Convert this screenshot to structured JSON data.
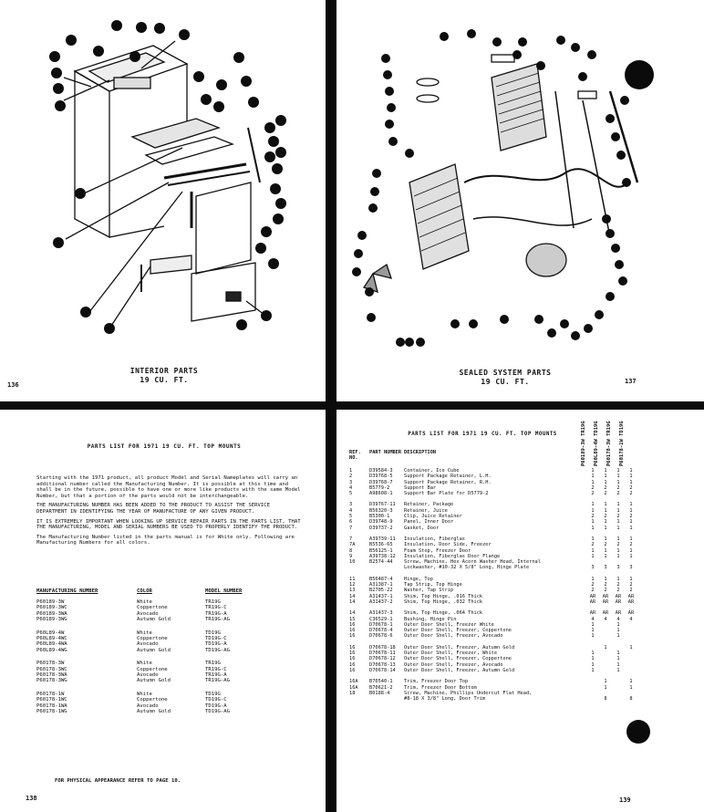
{
  "top_left": {
    "caption_line1": "INTERIOR PARTS",
    "caption_line2": "19 CU. FT.",
    "page_number": "136",
    "callouts": [
      "",
      "",
      "",
      "",
      "",
      "",
      "",
      "",
      "",
      "",
      "",
      "",
      "",
      "",
      "",
      "",
      "",
      "",
      "",
      "",
      "",
      "",
      "",
      "",
      "",
      "",
      "",
      "",
      "",
      "",
      "",
      "",
      "",
      "",
      "",
      "",
      ""
    ]
  },
  "top_right": {
    "caption_line1": "SEALED SYSTEM PARTS",
    "caption_line2": "19 CU. FT.",
    "page_number": "137"
  },
  "bottom_left": {
    "title": "PARTS LIST FOR 1971 19 CU. FT. TOP MOUNTS",
    "paragraphs": [
      "Starting with the 1971 product, all product Model and Serial Nameplates will carry an additional number called the Manufacturing Number. It is possible at this time and shall be in the future, possible to have one or more like products with the same Model Number, but that a portion of the parts would not be interchangeable.",
      "THE MANUFACTURING NUMBER HAS BEEN ADDED TO THE PRODUCT TO ASSIST THE SERVICE DEPARTMENT IN IDENTIFYING THE YEAR OF MANUFACTURE OF ANY GIVEN PRODUCT.",
      "IT IS EXTREMELY IMPORTANT WHEN LOOKING UP SERVICE REPAIR PARTS IN THE PARTS LIST, THAT THE MANUFACTURING, MODEL AND SERIAL NUMBERS BE USED TO PROPERLY IDENTIFY THE PRODUCT.",
      "The Manufacturing Number listed in the parts manual is for White only. Following are Manufacturing Numbers for all colors."
    ],
    "table_headers": [
      "MANUFACTURING NUMBER",
      "COLOR",
      "MODEL NUMBER"
    ],
    "groups": [
      [
        [
          "P60189-3W",
          "White",
          "TR19G"
        ],
        [
          "P60189-3WC",
          "Coppertone",
          "TR19G-C"
        ],
        [
          "P60189-3WA",
          "Avocado",
          "TR19G-A"
        ],
        [
          "P60189-3WG",
          "Autumn Gold",
          "TR19G-AG"
        ]
      ],
      [
        [
          "P60L89-4W",
          "White",
          "TD19G"
        ],
        [
          "P60L89-4WC",
          "Coppertone",
          "TD19G-C"
        ],
        [
          "P60L89-4WA",
          "Avocado",
          "TD19G-A"
        ],
        [
          "P60L89-4WG",
          "Autumn Gold",
          "TD19G-AG"
        ]
      ],
      [
        [
          "P60178-3W",
          "White",
          "TR19G"
        ],
        [
          "P60178-3WC",
          "Coppertone",
          "TR19G-C"
        ],
        [
          "P60178-3WA",
          "Avocado",
          "TR19G-A"
        ],
        [
          "P60178-3WG",
          "Autumn Gold",
          "TR19G-AG"
        ]
      ],
      [
        [
          "P60178-1W",
          "White",
          "TD19G"
        ],
        [
          "P60178-1WC",
          "Coppertone",
          "TD19G-C"
        ],
        [
          "P60178-1WA",
          "Avocado",
          "TD19G-A"
        ],
        [
          "P60178-1WG",
          "Autumn Gold",
          "TD19G-AG"
        ]
      ]
    ],
    "footer": "FOR PHYSICAL APPEARANCE REFER TO PAGE 10.",
    "page_number": "138"
  },
  "bottom_right": {
    "title": "PARTS LIST FOR 1971 19 CU. FT. TOP MOUNTS",
    "col_ref": "REF. NO.",
    "col_part": "PART NUMBER",
    "col_desc": "DESCRIPTION",
    "model_columns": [
      "P60189-3W TR19G",
      "P60L89-4W TD19G",
      "P60178-3W TR19G",
      "P60178-1W TD19G"
    ],
    "rows": [
      [
        "1",
        "D39584-3",
        "Container, Ice Cube",
        "1",
        "1",
        "1",
        "1"
      ],
      [
        "2",
        "D39768-5",
        "Support Package Retainer, L.H.",
        "1",
        "1",
        "1",
        "1"
      ],
      [
        "3",
        "D39768-7",
        "Support Package Retainer, R.H.",
        "1",
        "1",
        "1",
        "1"
      ],
      [
        "4",
        "B5779-2",
        "Support Bar",
        "2",
        "2",
        "2",
        "2"
      ],
      [
        "5",
        "A98608-1",
        "Support Bar Plate for D5779-2",
        "2",
        "2",
        "2",
        "2"
      ],
      null,
      [
        "3",
        "D39767-11",
        "Retainer, Package",
        "1",
        "1",
        "1",
        "1"
      ],
      [
        "4",
        "B56320-3",
        "Retainer, Juice",
        "1",
        "1",
        "1",
        "1"
      ],
      [
        "5",
        "B5300-1",
        "Clip, Juice Retainer",
        "2",
        "2",
        "2",
        "2"
      ],
      [
        "6",
        "D39748-9",
        "Panel, Inner Door",
        "1",
        "1",
        "1",
        "1"
      ],
      [
        "7",
        "D39737-2",
        "Gasket, Door",
        "1",
        "1",
        "1",
        "1"
      ],
      null,
      [
        "7",
        "A39739-11",
        "Insulation, Fiberglas",
        "1",
        "1",
        "1",
        "1"
      ],
      [
        "7A",
        "B5536-65",
        "Insulation, Door Side, Freezer",
        "2",
        "2",
        "2",
        "2"
      ],
      [
        "8",
        "B56125-1",
        "Foam Stop, Freezer Door",
        "1",
        "1",
        "1",
        "1"
      ],
      [
        "9",
        "A39738-12",
        "Insulation, Fiberglas Door Flange",
        "1",
        "1",
        "1",
        "1"
      ],
      [
        "10",
        "B2574-44",
        "Screw, Machine, Hex Acorn Washer Head, Internal",
        "",
        "",
        "",
        ""
      ],
      [
        "",
        "",
        "Lockwasher, #10-32 X 5/8\" Long, Hinge Plate",
        "3",
        "3",
        "3",
        "3"
      ],
      null,
      [
        "11",
        "B56487-4",
        "Hinge, Top",
        "1",
        "1",
        "1",
        "1"
      ],
      [
        "12",
        "A31387-1",
        "Tap Strip, Top Hinge",
        "2",
        "2",
        "2",
        "2"
      ],
      [
        "13",
        "B2705-22",
        "Washer, Tap Strip",
        "2",
        "2",
        "2",
        "2"
      ],
      [
        "14",
        "A31437-1",
        "Shim, Top Hinge, .016 Thick",
        "AR",
        "AR",
        "AR",
        "AR"
      ],
      [
        "14",
        "A31437-2",
        "Shim, Top Hinge, .032 Thick",
        "AR",
        "AR",
        "AR",
        "AR"
      ],
      null,
      [
        "14",
        "A31437-3",
        "Shim, Top Hinge, .064 Thick",
        "AR",
        "AR",
        "AR",
        "AR"
      ],
      [
        "15",
        "C36529-1",
        "Bushing, Hinge Pin",
        "4",
        "4",
        "4",
        "4"
      ],
      [
        "16",
        "D70678-1",
        "Outer Door Shell, Freezer White",
        "1",
        "",
        "1",
        ""
      ],
      [
        "16",
        "D70678-4",
        "Outer Door Shell, Freezer, Coppertone",
        "1",
        "",
        "1",
        ""
      ],
      [
        "16",
        "D70678-6",
        "Outer Door Shell, Freezer, Avocado",
        "1",
        "",
        "1",
        ""
      ],
      null,
      [
        "16",
        "D70678-18",
        "Outer Door Shell, Freezer, Autumn Gold",
        "",
        "1",
        "",
        "1"
      ],
      [
        "16",
        "D70678-11",
        "Outer Door Shell, Freezer, White",
        "1",
        "",
        "1",
        ""
      ],
      [
        "16",
        "D70678-12",
        "Outer Door Shell, Freezer, Coppertone",
        "1",
        "",
        "1",
        ""
      ],
      [
        "16",
        "D70678-13",
        "Outer Door Shell, Freezer, Avocado",
        "1",
        "",
        "1",
        ""
      ],
      [
        "16",
        "D70678-14",
        "Outer Door Shell, Freezer, Autumn Gold",
        "1",
        "",
        "1",
        ""
      ],
      null,
      [
        "16A",
        "B70540-1",
        "Trim, Freezer Door Top",
        "",
        "1",
        "",
        "1"
      ],
      [
        "16A",
        "B70621-2",
        "Trim, Freezer Door Bottom",
        "",
        "1",
        "",
        "1"
      ],
      [
        "18",
        "B0188-4",
        "Screw, Machine, Phillips Undercut Flat Head,",
        "",
        "",
        "",
        ""
      ],
      [
        "",
        "",
        "#8-18 X 3/8\" Long, Door Trim",
        "",
        "8",
        "",
        "8"
      ]
    ],
    "page_number": "139"
  }
}
